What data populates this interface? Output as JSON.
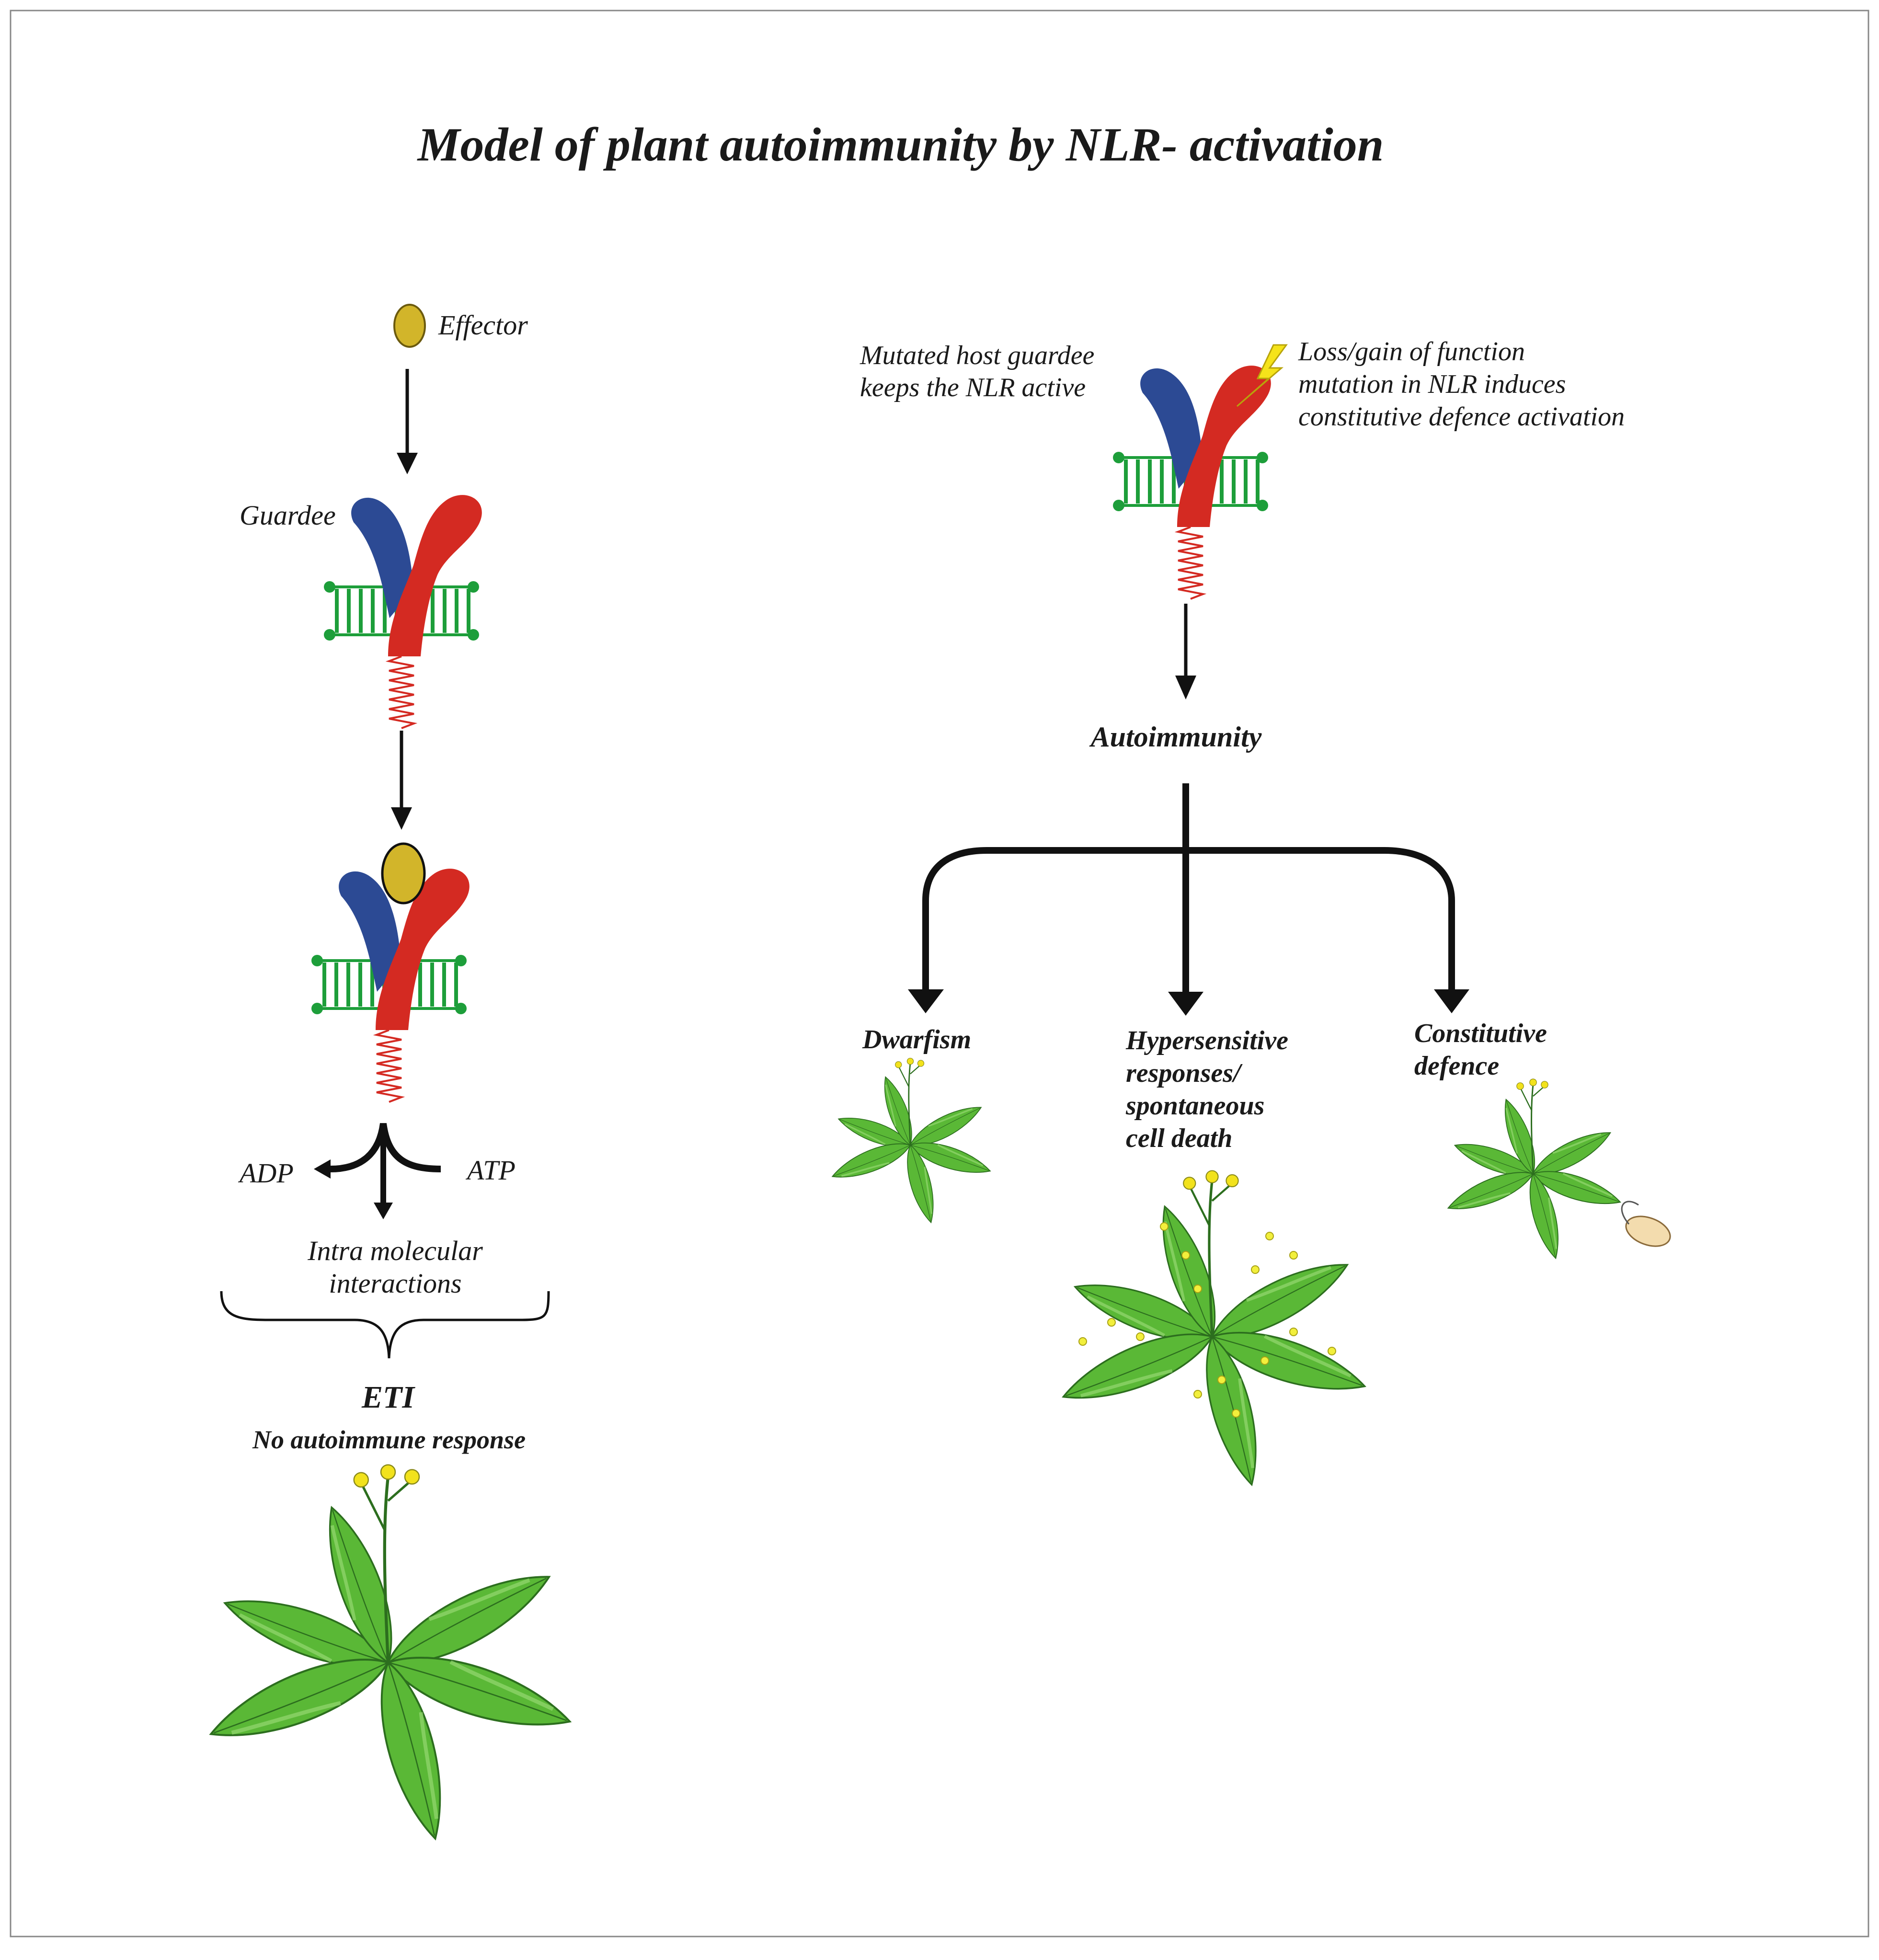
{
  "title": "Model of plant autoimmunity by NLR- activation",
  "left": {
    "effector_label": "Effector",
    "guardee_label": "Guardee",
    "adp_label": "ADP",
    "atp_label": "ATP",
    "intra_line1": "Intra molecular",
    "intra_line2": "interactions",
    "eti_label": "ETI",
    "no_autoimmune_label": "No autoimmune response"
  },
  "right": {
    "mutated_line1": "Mutated host guardee",
    "mutated_line2": "keeps the NLR active",
    "loss_line1": "Loss/gain of function",
    "loss_line2": "mutation in NLR induces",
    "loss_line3": "constitutive defence activation",
    "autoimmunity_label": "Autoimmunity",
    "dwarfism_label": "Dwarfism",
    "hyper_line1": "Hypersensitive",
    "hyper_line2": "responses/",
    "hyper_line3": "spontaneous",
    "hyper_line4": "cell death",
    "constitutive_line1": "Constitutive",
    "constitutive_line2": "defence"
  },
  "colors": {
    "guardee_blue": "#2c4a94",
    "nlr_red": "#d42a22",
    "effector_gold": "#d2b52a",
    "membrane_green": "#1d9e3a",
    "leaf_green": "#4cae2c",
    "flower_yellow": "#f2e21c",
    "frame": "#888888"
  }
}
